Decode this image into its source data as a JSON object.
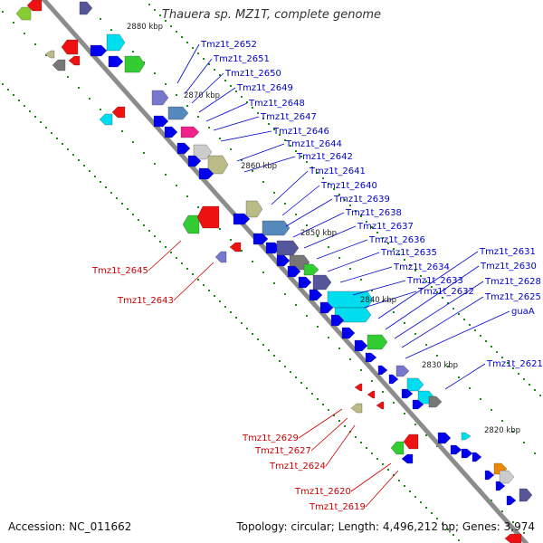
{
  "title": "Thauera sp. MZ1T, complete genome",
  "accession": "Accession: NC_011662",
  "summary": "Topology: circular; Length: 4,496,212 bp; Genes: 3,974",
  "colors": {
    "backbone": "#8c8c8c",
    "forward_label": "#0000cc",
    "reverse_label": "#cc0000",
    "tick": "#1a8a1a"
  },
  "kbp_ticks": [
    "2880 kbp",
    "2870 kbp",
    "2860 kbp",
    "2850 kbp",
    "2840 kbp",
    "2830 kbp",
    "2820 kbp"
  ],
  "forward_genes": [
    "Tmz1t_2652",
    "Tmz1t_2651",
    "Tmz1t_2650",
    "Tmz1t_2649",
    "Tmz1t_2648",
    "Tmz1t_2647",
    "Tmz1t_2646",
    "Tmz1t_2644",
    "Tmz1t_2642",
    "Tmz1t_2641",
    "Tmz1t_2640",
    "Tmz1t_2639",
    "Tmz1t_2638",
    "Tmz1t_2637",
    "Tmz1t_2636",
    "Tmz1t_2635",
    "Tmz1t_2634",
    "Tmz1t_2633",
    "Tmz1t_2632",
    "Tmz1t_2631",
    "Tmz1t_2630",
    "Tmz1t_2628",
    "Tmz1t_2625",
    "guaA",
    "Tmz1t_2621"
  ],
  "reverse_genes": [
    "Tmz1t_2645",
    "Tmz1t_2643",
    "Tmz1t_2629",
    "Tmz1t_2627",
    "Tmz1t_2624",
    "Tmz1t_2620",
    "Tmz1t_2619"
  ]
}
